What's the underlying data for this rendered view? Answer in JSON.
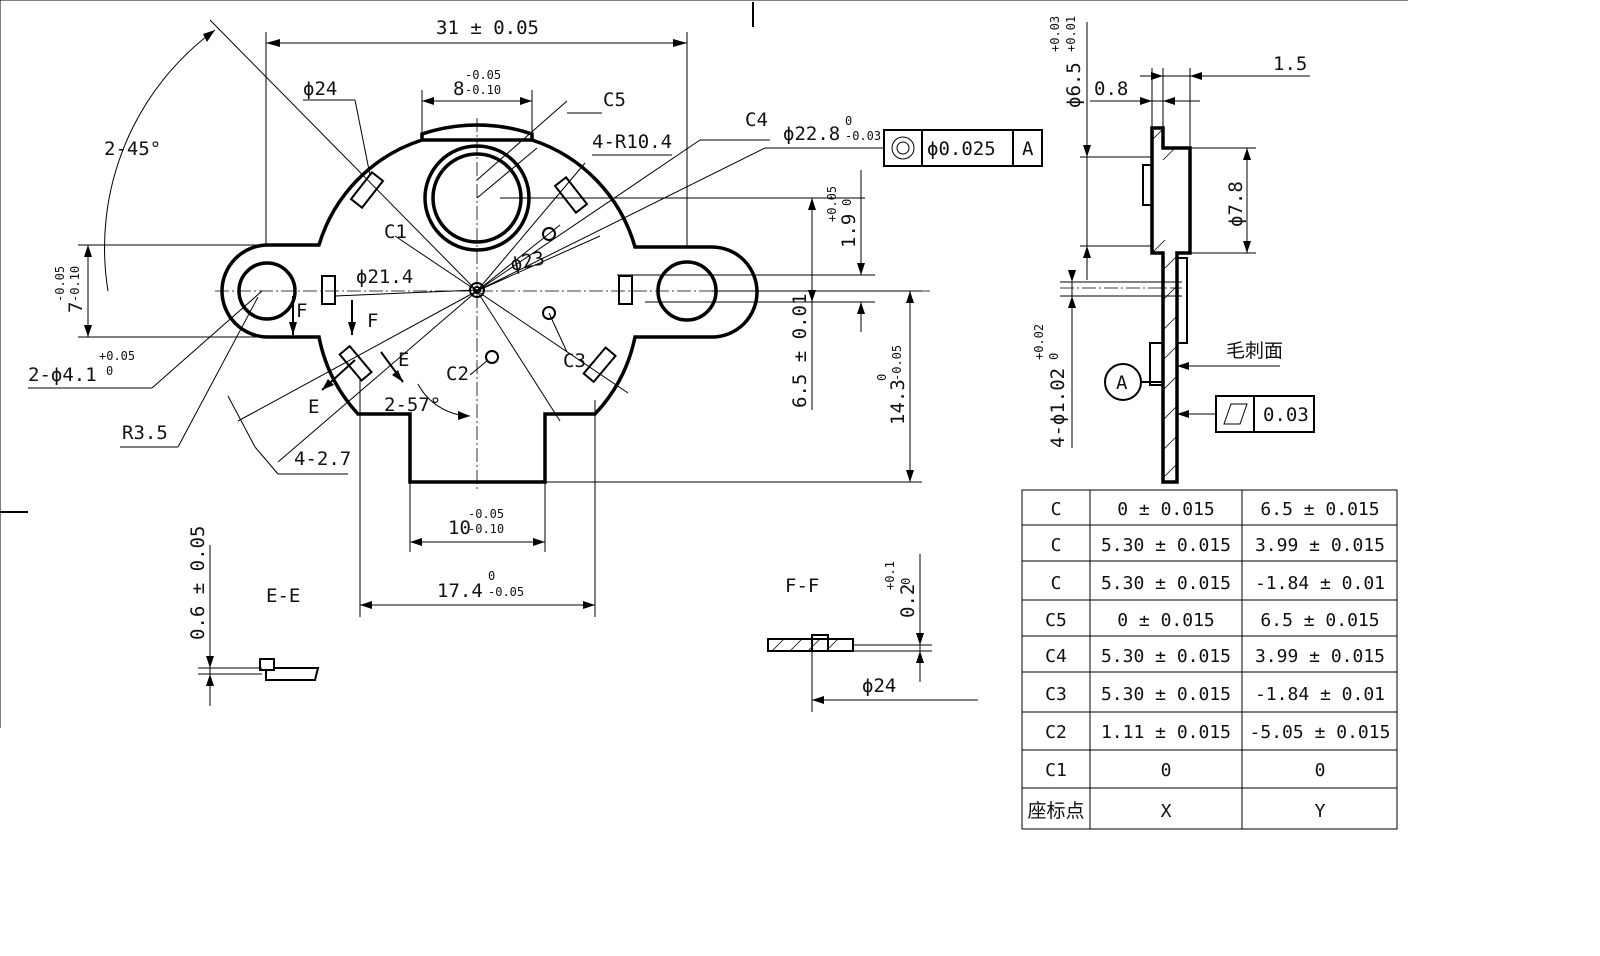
{
  "main_view": {
    "dim_width": "31 ± 0.05",
    "dim_phi24": "ϕ24",
    "dim_slot8": "8",
    "dim_slot8_tol_u": "-0.05",
    "dim_slot8_tol_l": "-0.10",
    "label_c5": "C5",
    "label_c4": "C4",
    "dim_4r": "4-R10.4",
    "dim_phi228": "ϕ22.8",
    "dim_phi228_tol_u": "0",
    "dim_phi228_tol_l": "-0.03",
    "fcf_symbol": "◎",
    "fcf_value": "ϕ0.025",
    "fcf_datum": "A",
    "dim_angle45": "2-45°",
    "label_c1": "C1",
    "dim_phi23": "ϕ23",
    "dim_phi214": "ϕ21.4",
    "dim_7": "7",
    "dim_7_tol_u": "-0.05",
    "dim_7_tol_l": "-0.10",
    "label_f1": "F",
    "label_f2": "F",
    "dim_hole": "2-ϕ4.1",
    "dim_hole_tol_u": "+0.05",
    "dim_hole_tol_l": "0",
    "label_e1": "E",
    "label_e2": "E",
    "label_c2": "C2",
    "label_c3": "C3",
    "dim_angle57": "2-57°",
    "dim_r35": "R3.5",
    "dim_427": "4-2.7",
    "dim_19": "1.9",
    "dim_19_tol_u": "+0.05",
    "dim_19_tol_l": "0",
    "dim_65": "6.5 ± 0.01",
    "dim_143": "14.3",
    "dim_143_tol_u": "0",
    "dim_143_tol_l": "-0.05",
    "dim_10": "10",
    "dim_10_tol_u": "-0.05",
    "dim_10_tol_l": "-0.10",
    "dim_174": "17.4",
    "dim_174_tol_u": "0",
    "dim_174_tol_l": "-0.05"
  },
  "side_view": {
    "dim_phi65": "ϕ6.5",
    "dim_phi65_tol_u": "+0.03",
    "dim_phi65_tol_l": "+0.01",
    "dim_08": "0.8",
    "dim_15": "1.5",
    "dim_phi78": "ϕ7.8",
    "dim_holes": "4-ϕ1.02",
    "dim_holes_tol_u": "+0.02",
    "dim_holes_tol_l": "0",
    "datum": "A",
    "burr_note": "毛刺面",
    "flatness_symbol": "▱",
    "flatness_value": "0.03"
  },
  "section_ee": {
    "title": "E-E",
    "dim_06": "0.6 ± 0.05"
  },
  "section_ff": {
    "title": "F-F",
    "dim_02": "0.2",
    "dim_02_tol_u": "+0.1",
    "dim_02_tol_l": "0",
    "dim_phi24": "ϕ24"
  },
  "coord_table": {
    "header": [
      "座标点",
      "X",
      "Y"
    ],
    "rows": [
      [
        "C",
        "0 ± 0.015",
        "6.5 ± 0.015"
      ],
      [
        "C",
        "5.30 ± 0.015",
        "3.99 ± 0.015"
      ],
      [
        "C",
        "5.30 ± 0.015",
        "-1.84 ± 0.01"
      ],
      [
        "C5",
        "0 ± 0.015",
        "6.5 ± 0.015"
      ],
      [
        "C4",
        "5.30 ± 0.015",
        "3.99 ± 0.015"
      ],
      [
        "C3",
        "5.30 ± 0.015",
        "-1.84 ± 0.01"
      ],
      [
        "C2",
        "1.11 ± 0.015",
        "-5.05 ± 0.015"
      ],
      [
        "C1",
        "0",
        "0"
      ]
    ]
  }
}
